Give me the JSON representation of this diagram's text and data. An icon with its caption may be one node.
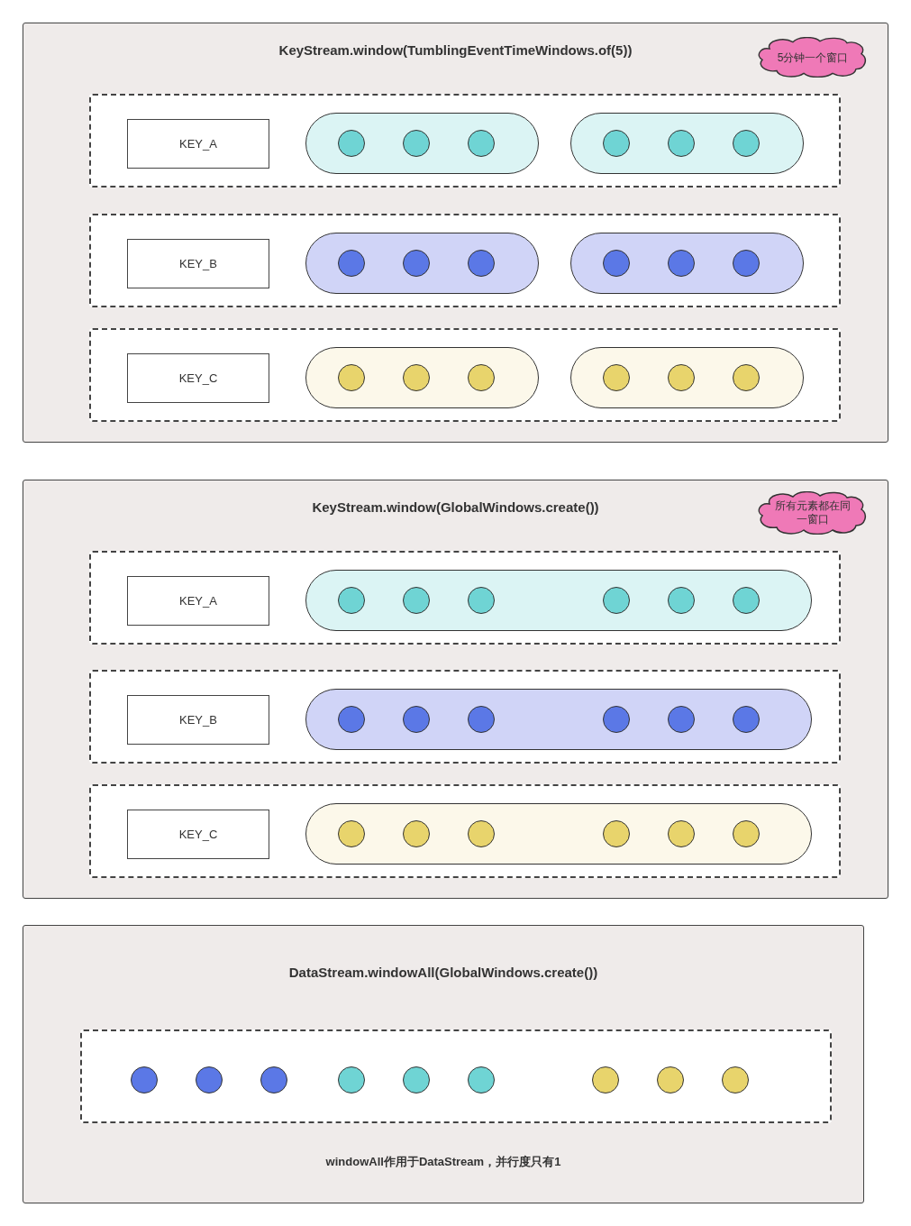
{
  "diagram": {
    "nodes": [
      {
        "text": [
          "KeyStream.window(TumblingEventTimeWindows.of(5))"
        ]
      },
      {
        "text": [
          "5分钟一个窗口"
        ],
        "in": 0
      },
      {
        "text": [],
        "shape": "box",
        "in": 0
      },
      {
        "text": [
          "KEY_A"
        ],
        "in": 2
      },
      {
        "text": [],
        "shape": "pill",
        "in": 2
      },
      {
        "text": [],
        "shape": "circle",
        "in": 4
      },
      {
        "text": [],
        "shape": "circle",
        "in": 4
      },
      {
        "text": [],
        "shape": "circle",
        "in": 4
      },
      {
        "text": [],
        "shape": "pill",
        "in": 2
      },
      {
        "text": [],
        "shape": "circle",
        "in": 8
      },
      {
        "text": [],
        "shape": "circle",
        "in": 8
      },
      {
        "text": [],
        "shape": "circle",
        "in": 8
      },
      {
        "text": [],
        "shape": "box",
        "in": 0
      },
      {
        "text": [
          "KEY_B"
        ],
        "in": 12
      },
      {
        "text": [],
        "shape": "pill",
        "in": 12
      },
      {
        "text": [],
        "shape": "circle",
        "in": 14
      },
      {
        "text": [],
        "shape": "circle",
        "in": 14
      },
      {
        "text": [],
        "shape": "circle",
        "in": 14
      },
      {
        "text": [],
        "shape": "pill",
        "in": 12
      },
      {
        "text": [],
        "shape": "circle",
        "in": 18
      },
      {
        "text": [],
        "shape": "circle",
        "in": 18
      },
      {
        "text": [],
        "shape": "circle",
        "in": 18
      },
      {
        "text": [],
        "shape": "box",
        "in": 0
      },
      {
        "text": [
          "KEY_C"
        ],
        "in": 22
      },
      {
        "text": [],
        "shape": "pill",
        "in": 22
      },
      {
        "text": [],
        "shape": "circle",
        "in": 24
      },
      {
        "text": [],
        "shape": "circle",
        "in": 24
      },
      {
        "text": [],
        "shape": "circle",
        "in": 24
      },
      {
        "text": [],
        "shape": "pill",
        "in": 22
      },
      {
        "text": [],
        "shape": "circle",
        "in": 28
      },
      {
        "text": [],
        "shape": "circle",
        "in": 28
      },
      {
        "text": [],
        "shape": "circle",
        "in": 28
      },
      {
        "text": [
          "KeyStream.window(GlobalWindows.create())"
        ]
      },
      {
        "text": [
          "所有元素都在同一窗口"
        ],
        "in": 32
      },
      {
        "text": [],
        "shape": "box",
        "in": 32
      },
      {
        "text": [
          "KEY_A"
        ],
        "in": 34
      },
      {
        "text": [],
        "shape": "pill",
        "in": 34
      },
      {
        "text": [],
        "shape": "circle",
        "in": 36
      },
      {
        "text": [],
        "shape": "circle",
        "in": 36
      },
      {
        "text": [],
        "shape": "circle",
        "in": 36
      },
      {
        "text": [],
        "shape": "circle",
        "in": 36
      },
      {
        "text": [],
        "shape": "circle",
        "in": 36
      },
      {
        "text": [],
        "shape": "circle",
        "in": 36
      },
      {
        "text": [],
        "shape": "box",
        "in": 32
      },
      {
        "text": [
          "KEY_B"
        ],
        "in": 43
      },
      {
        "text": [],
        "shape": "pill",
        "in": 43
      },
      {
        "text": [],
        "shape": "circle",
        "in": 45
      },
      {
        "text": [],
        "shape": "circle",
        "in": 45
      },
      {
        "text": [],
        "shape": "circle",
        "in": 45
      },
      {
        "text": [],
        "shape": "circle",
        "in": 45
      },
      {
        "text": [],
        "shape": "circle",
        "in": 45
      },
      {
        "text": [],
        "shape": "circle",
        "in": 45
      },
      {
        "text": [],
        "shape": "box",
        "in": 32
      },
      {
        "text": [
          "KEY_C"
        ],
        "in": 52
      },
      {
        "text": [],
        "shape": "pill",
        "in": 52
      },
      {
        "text": [],
        "shape": "circle",
        "in": 54
      },
      {
        "text": [],
        "shape": "circle",
        "in": 54
      },
      {
        "text": [],
        "shape": "circle",
        "in": 54
      },
      {
        "text": [],
        "shape": "circle",
        "in": 54
      },
      {
        "text": [],
        "shape": "circle",
        "in": 54
      },
      {
        "text": [],
        "shape": "circle",
        "in": 54
      },
      {
        "text": [
          "DataStream.windowAll(GlobalWindows.create())",
          "windowAll作用于DataStream，并行度只有1"
        ]
      },
      {
        "text": [],
        "shape": "box",
        "in": 61
      },
      {
        "text": [],
        "shape": "circle",
        "in": 62
      },
      {
        "text": [],
        "shape": "circle",
        "in": 62
      },
      {
        "text": [],
        "shape": "circle",
        "in": 62
      },
      {
        "text": [],
        "shape": "circle",
        "in": 62
      },
      {
        "text": [],
        "shape": "circle",
        "in": 62
      },
      {
        "text": [],
        "shape": "circle",
        "in": 62
      },
      {
        "text": [],
        "shape": "circle",
        "in": 62
      },
      {
        "text": [],
        "shape": "circle",
        "in": 62
      },
      {
        "text": [],
        "shape": "circle",
        "in": 62
      }
    ]
  }
}
